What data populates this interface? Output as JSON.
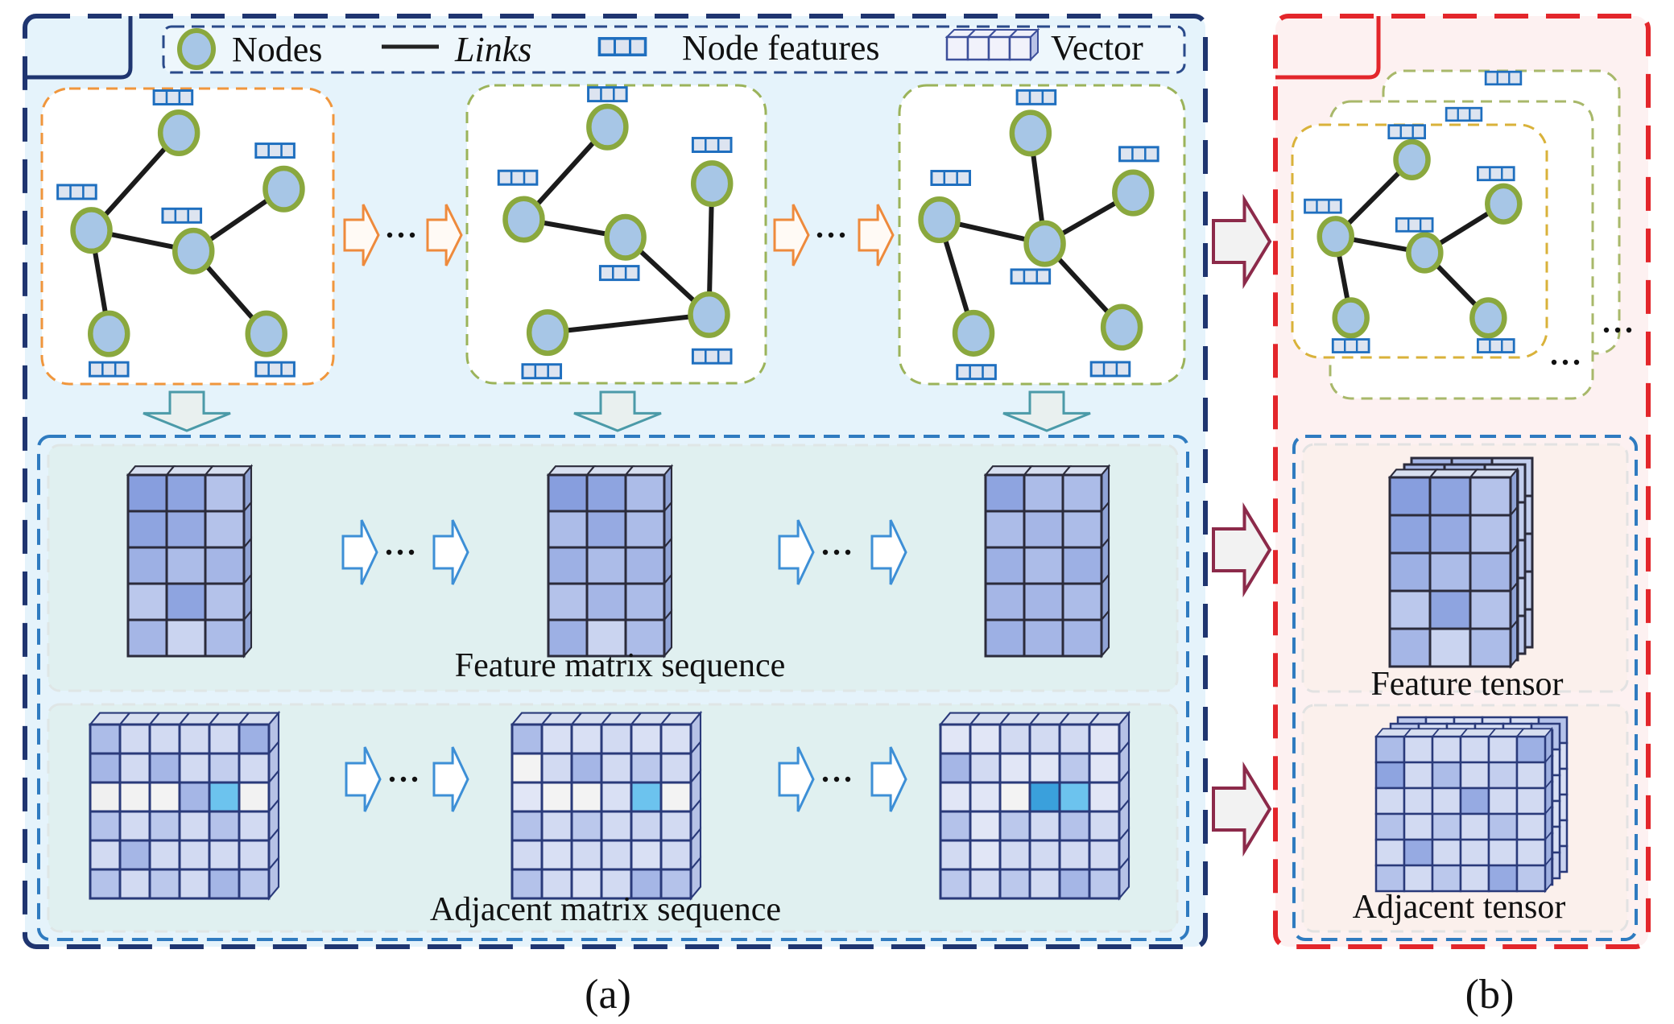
{
  "legend": {
    "nodes_label": "Nodes",
    "links_label": "Links",
    "node_features_label": "Node features",
    "vector_label": "Vector"
  },
  "panel_a": {
    "caption": "(a)",
    "feature_section_label": "Feature matrix sequence",
    "adjacent_section_label": "Adjacent matrix sequence",
    "ellipsis": "···",
    "graphs": [
      {
        "border_color": "#f0963c",
        "nodes": [
          [
            0.47,
            0.15
          ],
          [
            0.17,
            0.48
          ],
          [
            0.52,
            0.55
          ],
          [
            0.83,
            0.34
          ],
          [
            0.23,
            0.83
          ],
          [
            0.77,
            0.83
          ]
        ],
        "edges": [
          [
            0,
            1
          ],
          [
            1,
            2
          ],
          [
            2,
            3
          ],
          [
            1,
            4
          ],
          [
            2,
            5
          ]
        ],
        "feature_tags": [
          [
            0.45,
            0.03
          ],
          [
            0.12,
            0.35
          ],
          [
            0.48,
            0.43
          ],
          [
            0.8,
            0.21
          ],
          [
            0.23,
            0.95
          ],
          [
            0.8,
            0.95
          ]
        ]
      },
      {
        "border_color": "#9bb35a",
        "nodes": [
          [
            0.47,
            0.14
          ],
          [
            0.19,
            0.45
          ],
          [
            0.53,
            0.51
          ],
          [
            0.82,
            0.33
          ],
          [
            0.81,
            0.77
          ],
          [
            0.27,
            0.83
          ]
        ],
        "edges": [
          [
            0,
            1
          ],
          [
            1,
            2
          ],
          [
            2,
            4
          ],
          [
            3,
            4
          ],
          [
            4,
            5
          ]
        ],
        "feature_tags": [
          [
            0.47,
            0.03
          ],
          [
            0.17,
            0.31
          ],
          [
            0.51,
            0.63
          ],
          [
            0.82,
            0.2
          ],
          [
            0.82,
            0.91
          ],
          [
            0.25,
            0.96
          ]
        ]
      },
      {
        "border_color": "#9bb35a",
        "nodes": [
          [
            0.46,
            0.16
          ],
          [
            0.14,
            0.45
          ],
          [
            0.51,
            0.53
          ],
          [
            0.82,
            0.36
          ],
          [
            0.26,
            0.83
          ],
          [
            0.78,
            0.81
          ]
        ],
        "edges": [
          [
            0,
            2
          ],
          [
            1,
            2
          ],
          [
            2,
            3
          ],
          [
            1,
            4
          ],
          [
            2,
            5
          ]
        ],
        "feature_tags": [
          [
            0.48,
            0.04
          ],
          [
            0.18,
            0.31
          ],
          [
            0.46,
            0.64
          ],
          [
            0.84,
            0.23
          ],
          [
            0.27,
            0.96
          ],
          [
            0.74,
            0.95
          ]
        ]
      }
    ],
    "feature_matrices": [
      [
        [
          0.65,
          0.6,
          0.35
        ],
        [
          0.6,
          0.55,
          0.35
        ],
        [
          0.5,
          0.4,
          0.45
        ],
        [
          0.3,
          0.6,
          0.35
        ],
        [
          0.45,
          0.2,
          0.4
        ]
      ],
      [
        [
          0.65,
          0.6,
          0.4
        ],
        [
          0.4,
          0.55,
          0.4
        ],
        [
          0.5,
          0.4,
          0.45
        ],
        [
          0.35,
          0.45,
          0.4
        ],
        [
          0.5,
          0.2,
          0.4
        ]
      ],
      [
        [
          0.6,
          0.4,
          0.4
        ],
        [
          0.4,
          0.45,
          0.4
        ],
        [
          0.5,
          0.4,
          0.5
        ],
        [
          0.45,
          0.45,
          0.4
        ],
        [
          0.5,
          0.45,
          0.45
        ]
      ]
    ],
    "adjacent_matrices": [
      [
        [
          0.4,
          0.15,
          0.15,
          0.15,
          0.15,
          0.5
        ],
        [
          0.45,
          0.15,
          0.45,
          0.15,
          0.25,
          0.15
        ],
        [
          -0.1,
          -0.05,
          -0.02,
          0.45,
          "hl",
          -0.05
        ],
        [
          0.35,
          0.15,
          0.3,
          0.15,
          0.35,
          0.15
        ],
        [
          0.15,
          0.45,
          0.15,
          0.15,
          0.15,
          0.15
        ],
        [
          0.35,
          0.15,
          0.3,
          0.15,
          0.45,
          0.3
        ]
      ],
      [
        [
          0.4,
          0.1,
          0.1,
          0.15,
          0.1,
          0.1
        ],
        [
          -0.02,
          0.15,
          0.45,
          0.15,
          0.3,
          0.15
        ],
        [
          0.05,
          -0.02,
          -0.02,
          0.1,
          "hl",
          -0.02
        ],
        [
          0.35,
          0.15,
          0.3,
          0.15,
          0.2,
          0.15
        ],
        [
          0.15,
          0.1,
          0.15,
          0.15,
          0.1,
          0.15
        ],
        [
          0.35,
          0.15,
          0.1,
          0.15,
          0.45,
          0.35
        ]
      ],
      [
        [
          0.05,
          0.05,
          0.15,
          0.15,
          0.15,
          0.05
        ],
        [
          0.45,
          0.15,
          0.05,
          0.05,
          0.3,
          0.05
        ],
        [
          0.05,
          0.05,
          -0.02,
          "hl2",
          "hl",
          0.05
        ],
        [
          0.35,
          0.05,
          0.3,
          0.15,
          0.35,
          0.15
        ],
        [
          0.15,
          0.05,
          0.15,
          0.15,
          0.15,
          0.15
        ],
        [
          0.3,
          0.15,
          0.3,
          0.15,
          0.45,
          0.3
        ]
      ]
    ]
  },
  "panel_b": {
    "caption": "(b)",
    "feature_tensor_label": "Feature tensor",
    "adjacent_tensor_label": "Adjacent tensor",
    "graph": {
      "border_color": "#d9b23a",
      "nodes": [
        [
          0.47,
          0.15
        ],
        [
          0.17,
          0.48
        ],
        [
          0.52,
          0.55
        ],
        [
          0.83,
          0.34
        ],
        [
          0.23,
          0.83
        ],
        [
          0.77,
          0.83
        ]
      ],
      "edges": [
        [
          0,
          1
        ],
        [
          1,
          2
        ],
        [
          2,
          3
        ],
        [
          1,
          4
        ],
        [
          2,
          5
        ]
      ],
      "feature_tags": [
        [
          0.45,
          0.03
        ],
        [
          0.12,
          0.35
        ],
        [
          0.48,
          0.43
        ],
        [
          0.8,
          0.21
        ],
        [
          0.23,
          0.95
        ],
        [
          0.8,
          0.95
        ]
      ]
    },
    "feature_tensor": [
      [
        0.65,
        0.6,
        0.35
      ],
      [
        0.6,
        0.55,
        0.35
      ],
      [
        0.5,
        0.4,
        0.45
      ],
      [
        0.3,
        0.6,
        0.35
      ],
      [
        0.45,
        0.2,
        0.4
      ]
    ],
    "adjacent_tensor": [
      [
        0.4,
        0.15,
        0.15,
        0.15,
        0.15,
        0.5
      ],
      [
        0.6,
        0.15,
        0.4,
        0.15,
        0.25,
        0.15
      ],
      [
        0.15,
        0.15,
        0.15,
        0.55,
        0.15,
        0.15
      ],
      [
        0.35,
        0.15,
        0.3,
        0.15,
        0.35,
        0.15
      ],
      [
        0.15,
        0.55,
        0.15,
        0.15,
        0.15,
        0.15
      ],
      [
        0.35,
        0.15,
        0.3,
        0.15,
        0.55,
        0.3
      ]
    ]
  },
  "colors": {
    "panel_a_border": "#1f3570",
    "panel_a_fill": "#e5f3fb",
    "panel_b_border": "#e3262b",
    "panel_b_fill": "#fdf1f1",
    "section_border": "#2f7bc0",
    "section_fill": "#e0f0f0",
    "node_fill": "#a7c6e6",
    "node_stroke": "#8aa83e",
    "feature_tag_stroke": "#1f6fbf",
    "feature_tag_fill": "#dde4f0",
    "orange_arrow": "#ee8a3c",
    "blue_arrow": "#3d8fd6",
    "teal_arrow": "#4b9aa8",
    "cell_highlight": "#6cc3ee",
    "cell_highlight_dark": "#3aa0dc"
  }
}
